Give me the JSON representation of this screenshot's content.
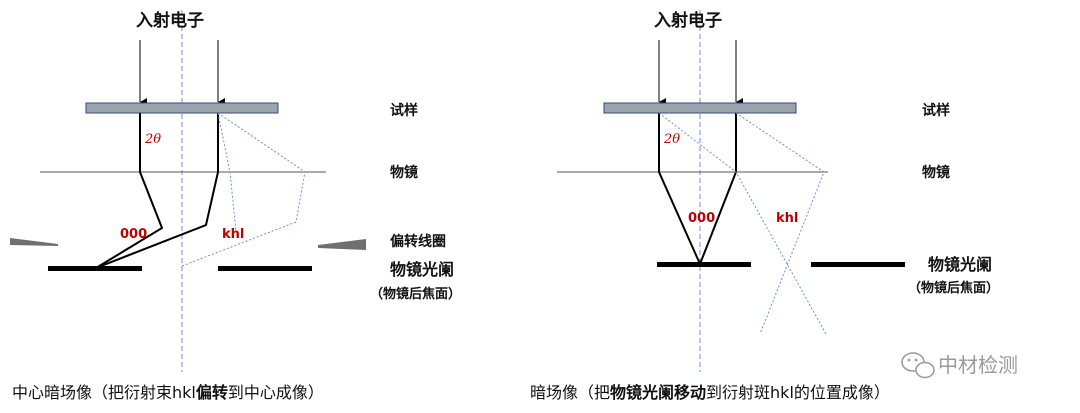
{
  "left": {
    "incident": "入射电子",
    "specimen": "试样",
    "objective": "物镜",
    "angle": "2θ",
    "beam_000": "000",
    "beam_hkl": "khl",
    "coil": "偏转线圈",
    "aperture": "物镜光阑",
    "focal_plane": "（物镜后焦面）",
    "caption_pre": "中心暗场像（把衍射束hkl",
    "caption_bold": "偏转",
    "caption_post": "到中心成像）"
  },
  "right": {
    "incident": "入射电子",
    "specimen": "试样",
    "objective": "物镜",
    "angle": "2θ",
    "beam_000": "000",
    "beam_hkl": "khl",
    "aperture": "物镜光阑",
    "focal_plane": "（物镜后焦面）",
    "caption_pre": "暗场像（把",
    "caption_bold": "物镜光阑移动",
    "caption_post": "到衍射斑hkl的位置成像）"
  },
  "watermark": {
    "icon": "wechat-icon",
    "text": "中材检测"
  },
  "colors": {
    "specimen_fill": "#9aa3b0",
    "specimen_stroke": "#3a4a78",
    "axis": "#6f8fd8",
    "red_label": "#c00000",
    "coil": "#6f6f6f"
  }
}
